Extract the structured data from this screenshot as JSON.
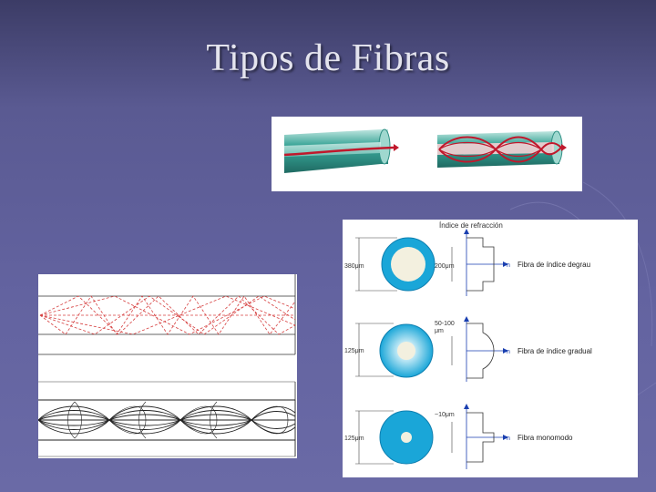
{
  "slide": {
    "title": "Tipos de Fibras"
  },
  "index_diagram": {
    "header": "Índice de refracción",
    "axis_symbol": "n",
    "rows": [
      {
        "outer_dimension": "380μm",
        "core_dimension": "200μm",
        "label": "Fibra de índice degrau"
      },
      {
        "outer_dimension": "125μm",
        "core_dimension_line1": "50-100",
        "core_dimension_line2": "μm",
        "label": "Fibra de índice gradual"
      },
      {
        "outer_dimension": "125μm",
        "core_dimension": "~10μm",
        "label": "Fibra monomodo"
      }
    ]
  },
  "colors": {
    "background": "#6363a0",
    "fiber_cladding": "#3fa79a",
    "fiber_ray": "#c0182c",
    "ray_red": "#d64040",
    "core_light": "#f3f0df",
    "cladding_blue": "#1aa6d8"
  }
}
